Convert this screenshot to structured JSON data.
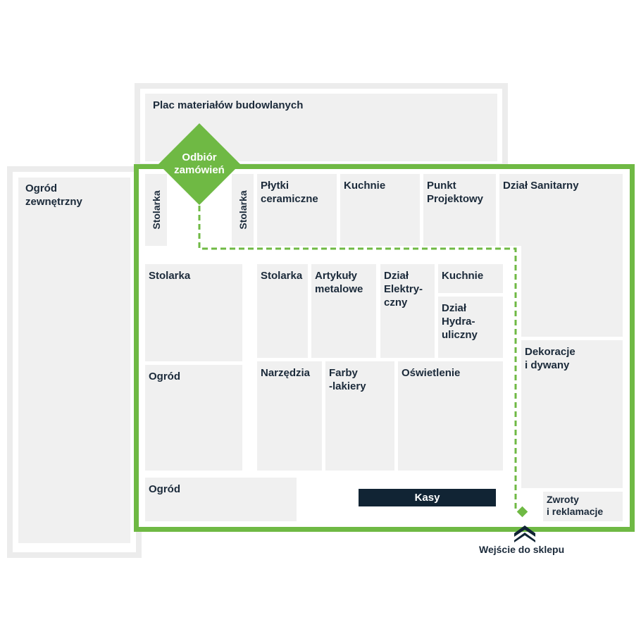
{
  "colors": {
    "accent": "#6fb944",
    "zone": "#f0f0f0",
    "frame": "#ececec",
    "text": "#1b2a3a",
    "checkout": "#112434"
  },
  "map": {
    "building_materials_yard": "Plac materiałów budowlanych",
    "outdoor_garden": "Ogród\nzewnętrzny",
    "order_pickup": "Odbiór\nzamówień",
    "departments": {
      "stolarka_vertical_left": "Stolarka",
      "stolarka_vertical_right": "Stolarka",
      "plytki": "Płytki\nceramiczne",
      "kuchnie_top": "Kuchnie",
      "punkt_projektowy": "Punkt\nProjektowy",
      "dzial_sanitarny": "Dział Sanitarny",
      "stolarka_mid_left": "Stolarka",
      "stolarka_mid": "Stolarka",
      "artykuly_metalowe": "Artykuły\nmetalowe",
      "dzial_elektryczny": "Dział\nElektry-\nczny",
      "kuchnie_mid": "Kuchnie",
      "dzial_hydrauliczny": "Dział\nHydra-\nuliczny",
      "dekoracje": "Dekoracje\ni dywany",
      "ogrod_mid": "Ogród",
      "narzedzia": "Narzędzia",
      "farby": "Farby\n-lakiery",
      "oswietlenie": "Oświetlenie",
      "ogrod_bottom": "Ogród",
      "zwroty": "Zwroty\ni reklamacje"
    },
    "checkout": "Kasy",
    "entrance": "Wejście do sklepu",
    "icons": {
      "entrance": "double-chevron-up-icon",
      "path_end": "diamond-marker-icon"
    }
  }
}
